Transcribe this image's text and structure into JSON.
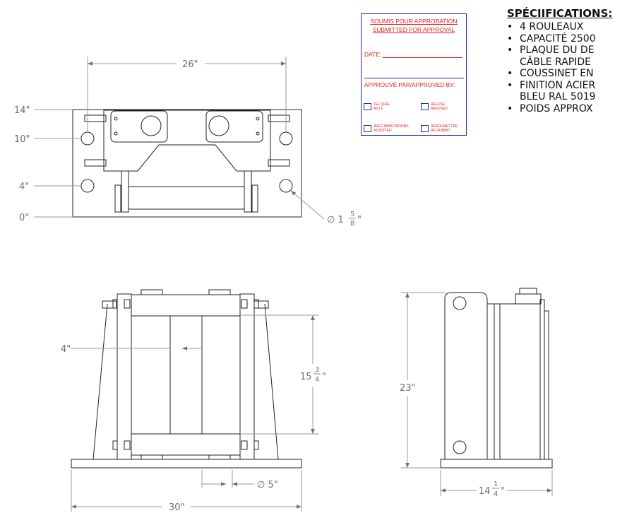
{
  "stamp": {
    "line1": "SOUMIS POUR APPROBATION",
    "line2": "SUBMITTED FOR APPROVAL",
    "date_label": "DATE:",
    "approved_by": "APPROUVÉ PAR/APPROVED BY:",
    "options": {
      "as_is": [
        "TEL QUEL",
        "AS IS"
      ],
      "refused": [
        "REFUSÉ",
        "REFUSED"
      ],
      "as_noted": [
        "AVEC ANNOTATIONS",
        "AS NOTED"
      ],
      "resubmit": [
        "RESOUMETTRE",
        "RE-SUBMIT"
      ]
    }
  },
  "specs": {
    "title": "SPÉCIIFICATIONS:",
    "items": [
      "4 ROULEAUX",
      "CAPACITÉ 2500",
      "PLAQUE DU DE",
      "CÂBLE RAPIDE",
      "COUSSINET EN",
      "FINITION ACIER",
      "BLEU RAL 5019",
      "POIDS APPROX"
    ]
  },
  "dims": {
    "top_width": "26\"",
    "h14": "14\"",
    "h10": "10\"",
    "h4": "4\"",
    "h0": "0\"",
    "hole_prefix": "∅ 1",
    "hole_num": "5",
    "hole_den": "8",
    "hole_suffix": "\"",
    "front_4": "4\"",
    "front_h_whole": "15",
    "front_h_num": "3",
    "front_h_den": "4",
    "front_h_suffix": "\"",
    "roller_dia": "∅ 5\"",
    "front_width": "30\"",
    "side_height": "23\"",
    "side_w_whole": "14",
    "side_w_num": "1",
    "side_w_den": "4",
    "side_w_suffix": "\""
  }
}
